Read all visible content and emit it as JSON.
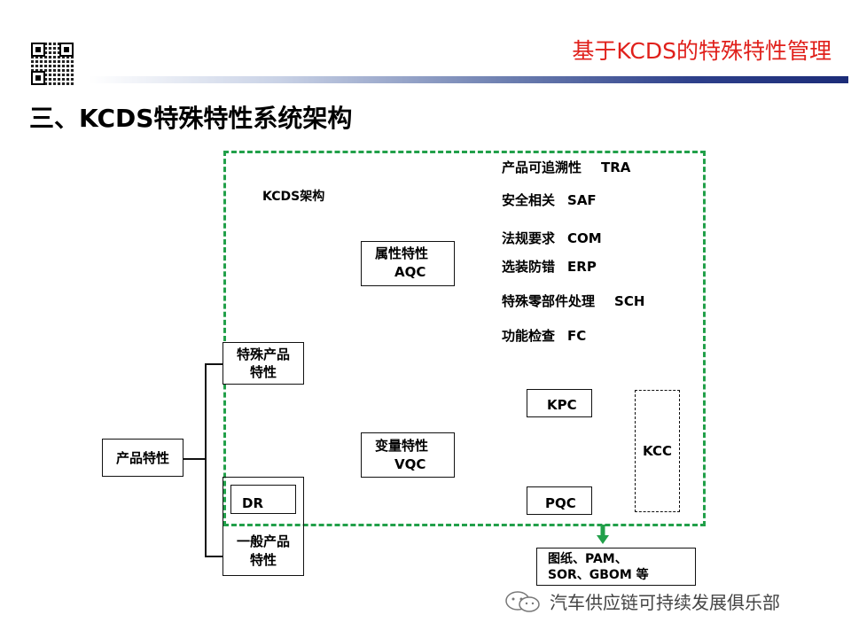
{
  "header": {
    "title": "基于KCDS的特殊特性管理"
  },
  "section_title": "三、KCDS特殊特性系统架构",
  "diagram": {
    "region_label": "KCDS架构",
    "product_characteristics": "产品特性",
    "special_product_line1": "特殊产品",
    "special_product_line2": "特性",
    "general_product_line1": "一般产品",
    "general_product_line2": "特性",
    "dr_label": "DR",
    "aqc_line1": "属性特性",
    "aqc_line2": "AQC",
    "vqc_line1": "变量特性",
    "vqc_line2": "VQC",
    "kpc_label": "KPC",
    "pqc_label": "PQC",
    "kcc_label": "KCC",
    "categories": [
      {
        "name": "产品可追溯性",
        "code": "TRA"
      },
      {
        "name": "安全相关",
        "code": "SAF"
      },
      {
        "name": "法规要求",
        "code": "COM"
      },
      {
        "name": "选装防错",
        "code": "ERP"
      },
      {
        "name": "特殊零部件处理",
        "code": "SCH"
      },
      {
        "name": "功能检查",
        "code": "FC"
      }
    ],
    "output_line1": "图纸、PAM、",
    "output_line2": "SOR、GBOM 等",
    "arrow_color": "#22a04a"
  },
  "footer": {
    "watermark": "汽车供应链可持续发展俱乐部"
  },
  "colors": {
    "title_red": "#e0201b",
    "dashed_green": "#22a04a",
    "bar_dark_blue": "#1c2c78"
  }
}
